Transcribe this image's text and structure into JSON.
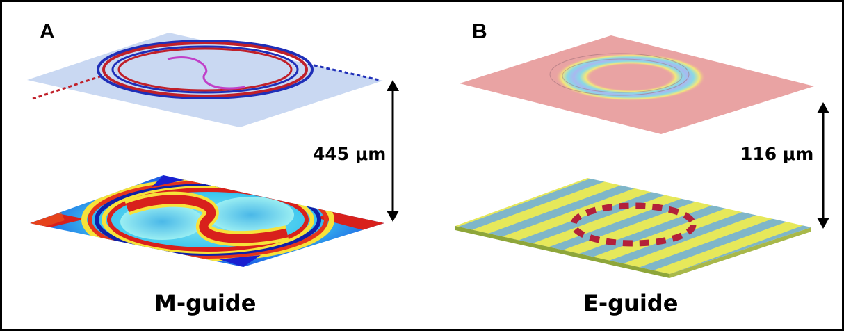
{
  "panels": [
    {
      "letter": "A",
      "caption": "M-guide",
      "separation": "445 μm"
    },
    {
      "letter": "B",
      "caption": "E-guide",
      "separation": "116 μm"
    }
  ],
  "colors": {
    "mguide_top_bg": "#c9d8f2",
    "mguide_ring_red": "#c0202a",
    "mguide_ring_blue": "#1f2fb8",
    "eguide_top_bg": "#e9a3a3",
    "eguide_stripe_yellow": "#e6e85a",
    "eguide_stripe_blue": "#7fb6c9",
    "eguide_ring_red": "#b3203a"
  }
}
